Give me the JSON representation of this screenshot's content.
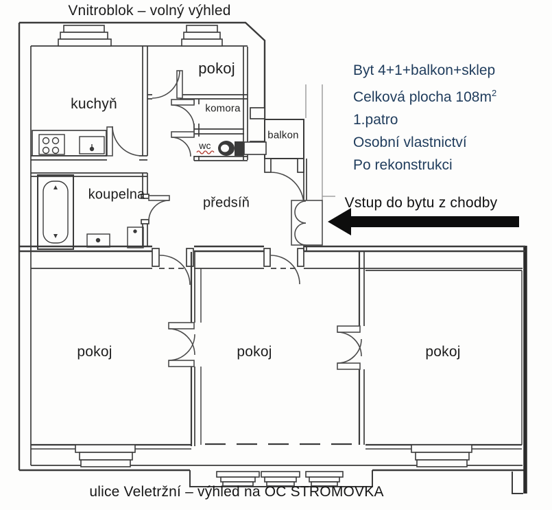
{
  "title_top": "Vnitroblok – volný výhled",
  "caption_bottom": "ulice Veletržní – výhled na OC STROMOVKA",
  "info": {
    "line1": "Byt 4+1+balkon+sklep",
    "line2_main": "Celková plocha 108m",
    "line2_sup": "2",
    "line3": "1.patro",
    "line4": "Osobní vlastnictví",
    "line5": "Po rekonstrukci"
  },
  "entrance": {
    "label": "Vstup do bytu z chodby"
  },
  "rooms": {
    "kitchen": "kuchyň",
    "room_top": "pokoj",
    "pantry": "komora",
    "wc": "wc",
    "balcony": "balkon",
    "bathroom": "koupelna",
    "hall": "předsíň",
    "room_left": "pokoj",
    "room_middle": "pokoj",
    "room_right": "pokoj"
  },
  "colors": {
    "wall": "#3a3a3a",
    "info_text": "#1f3c5c",
    "arrow": "#0d0d0d",
    "wc_underline": "#b23a2e"
  }
}
